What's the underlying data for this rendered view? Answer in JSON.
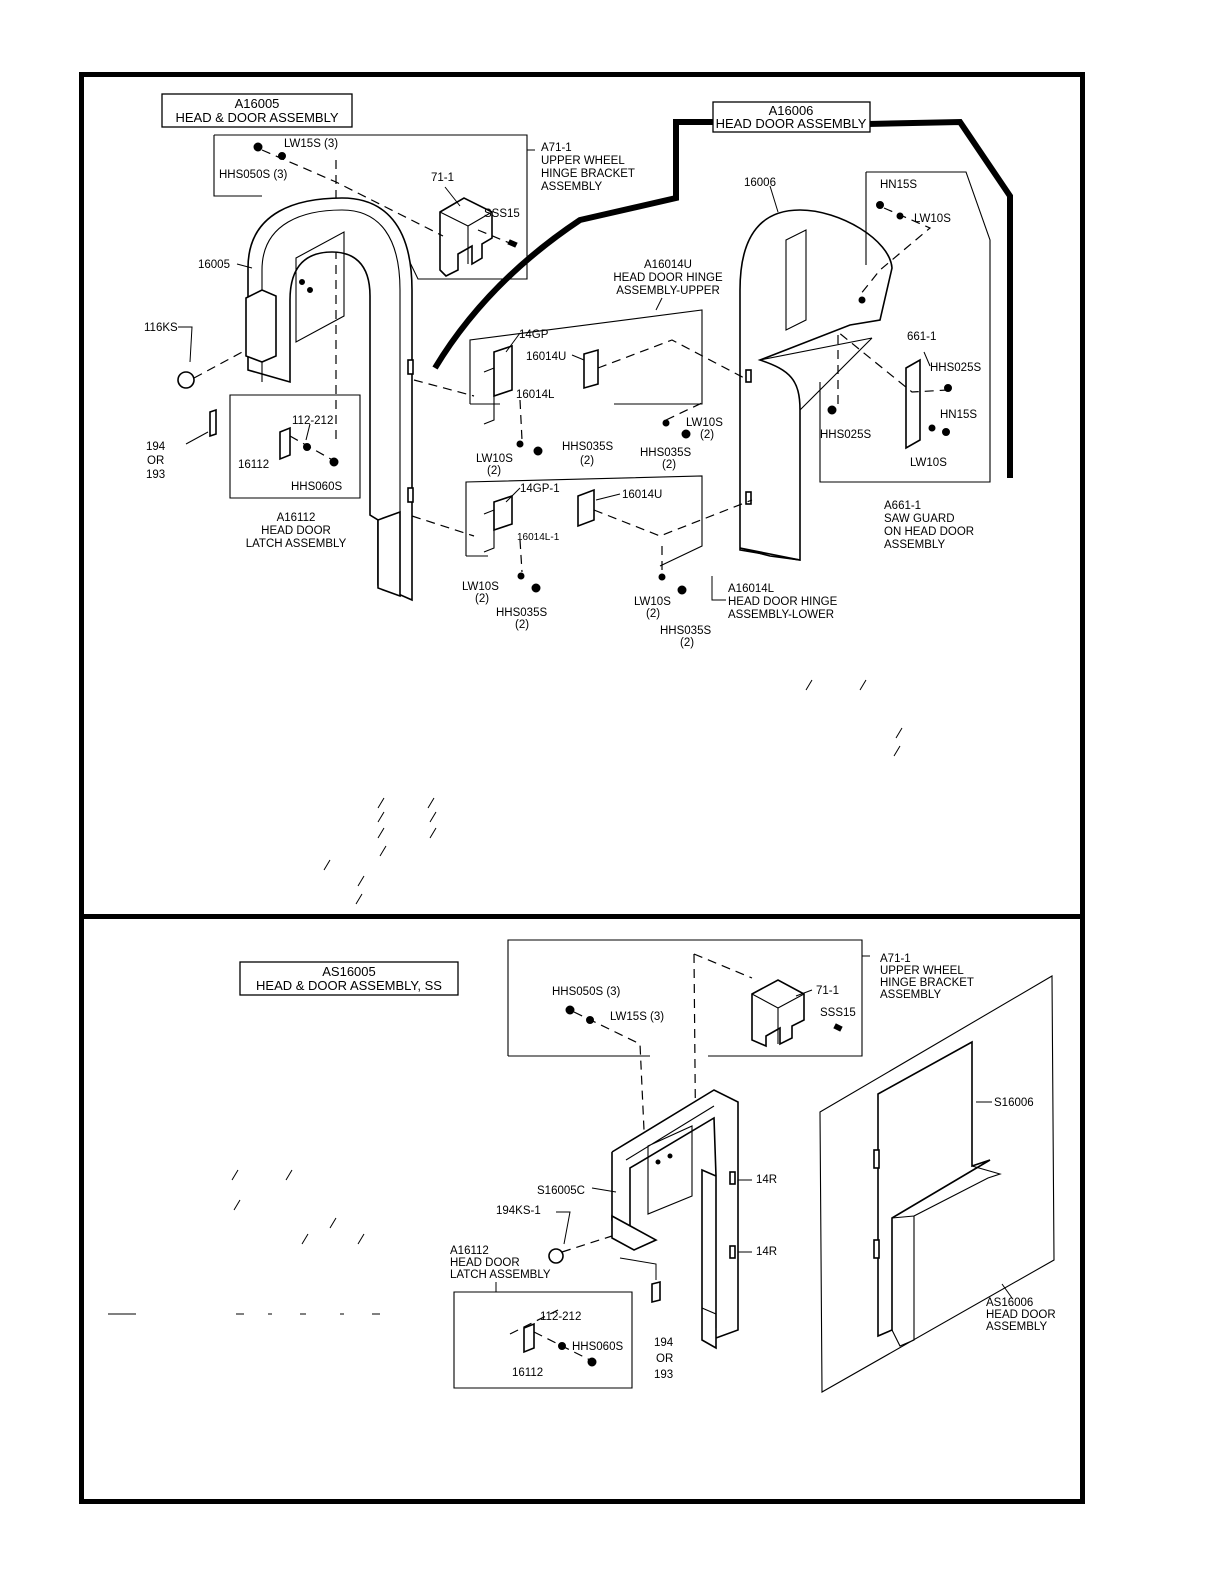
{
  "top": {
    "a16005": {
      "code": "A16005",
      "name": "HEAD & DOOR ASSEMBLY"
    },
    "a16006": {
      "code": "A16006",
      "name": "HEAD DOOR ASSEMBLY"
    },
    "a71_1": [
      "A71-1",
      "UPPER WHEEL",
      "HINGE BRACKET",
      "ASSEMBLY"
    ],
    "a16014u": [
      "A16014U",
      "HEAD DOOR HINGE",
      "ASSEMBLY-UPPER"
    ],
    "a16014l": [
      "A16014L",
      "HEAD DOOR HINGE",
      "ASSEMBLY-LOWER"
    ],
    "a16112": [
      "A16112",
      "HEAD DOOR",
      "LATCH ASSEMBLY"
    ],
    "a661_1": [
      "A661-1",
      "SAW GUARD",
      "ON HEAD DOOR",
      "ASSEMBLY"
    ],
    "parts": {
      "lw15s": "LW15S (3)",
      "hhs050s": "HHS050S (3)",
      "p71_1": "71-1",
      "sss15": "SSS15",
      "p16005": "16005",
      "p116ks": "116KS",
      "p194": "194",
      "or": "OR",
      "p193": "193",
      "p112_212": "112-212",
      "p16112": "16112",
      "hhs060s": "HHS060S",
      "p16006": "16006",
      "hn15s_a": "HN15S",
      "lw10s_a": "LW10S",
      "p661_1": "661-1",
      "hhs025s_a": "HHS025S",
      "hn15s_b": "HN15S",
      "hhs025s_b": "HHS025S",
      "lw10s_b": "LW10S",
      "p14gp": "14GP",
      "p16014u_a": "16014U",
      "p16014l": "16014L",
      "lw10s_c": "LW10S",
      "lw10s_c2": "(2)",
      "lw10s_d": "LW10S",
      "lw10s_d2": "(2)",
      "hhs035s_a": "HHS035S",
      "hhs035s_a2": "(2)",
      "hhs035s_b": "HHS035S",
      "hhs035s_b2": "(2)",
      "p14gp_1": "14GP-1",
      "p16014u_b": "16014U",
      "p16014l_1": "16014L-1",
      "lw10s_e": "LW10S",
      "lw10s_e2": "(2)",
      "hhs035s_c": "HHS035S",
      "hhs035s_c2": "(2)",
      "lw10s_f": "LW10S",
      "lw10s_f2": "(2)",
      "hhs035s_d": "HHS035S",
      "hhs035s_d2": "(2)"
    }
  },
  "bottom": {
    "as16005": {
      "code": "AS16005",
      "name": "HEAD & DOOR ASSEMBLY, SS"
    },
    "a71_1": [
      "A71-1",
      "UPPER WHEEL",
      "HINGE BRACKET",
      "ASSEMBLY"
    ],
    "a16112": [
      "A16112",
      "HEAD DOOR",
      "LATCH ASSEMBLY"
    ],
    "as16006": [
      "AS16006",
      "HEAD DOOR",
      "ASSEMBLY"
    ],
    "parts": {
      "hhs050s": "HHS050S (3)",
      "lw15s": "LW15S (3)",
      "p71_1": "71-1",
      "sss15": "SSS15",
      "s16006": "S16006",
      "s16005c": "S16005C",
      "p14r_a": "14R",
      "p14r_b": "14R",
      "p194ks_1": "194KS-1",
      "p112_212": "112-212",
      "hhs060s": "HHS060S",
      "p16112": "16112",
      "p194": "194",
      "or": "OR",
      "p193": "193"
    }
  }
}
